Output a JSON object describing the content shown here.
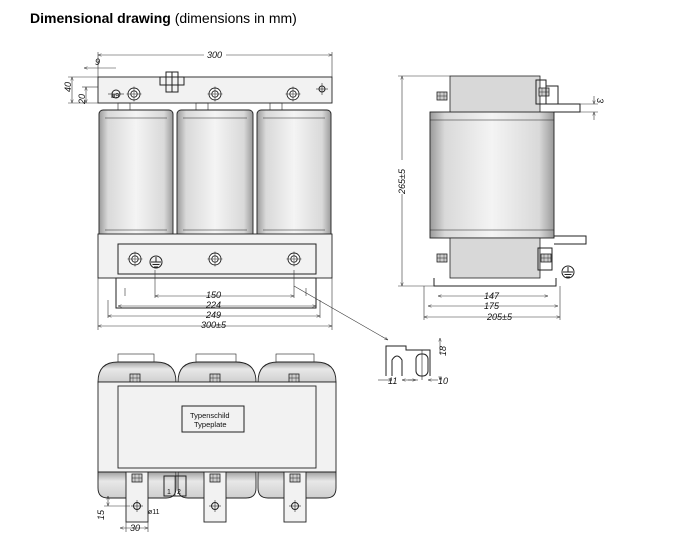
{
  "heading": {
    "bold": "Dimensional drawing",
    "normal": " (dimensions in mm)"
  },
  "dims": {
    "width_300": "300",
    "d9": "9",
    "h40": "40",
    "h20": "20",
    "hole_dia": "ø9",
    "d150": "150",
    "d224": "224",
    "d249": "249",
    "d300t": "300±5",
    "h265": "265±5",
    "d3": "3",
    "d147": "147",
    "d175": "175",
    "d205": "205±5",
    "d18": "18",
    "d11": "11",
    "d10": "10",
    "d15": "15",
    "d30": "30",
    "dia11": "ø11",
    "term_1": "1",
    "term_2": "2"
  },
  "typeplate": {
    "line1": "Typenschild",
    "line2": "Typeplate"
  }
}
